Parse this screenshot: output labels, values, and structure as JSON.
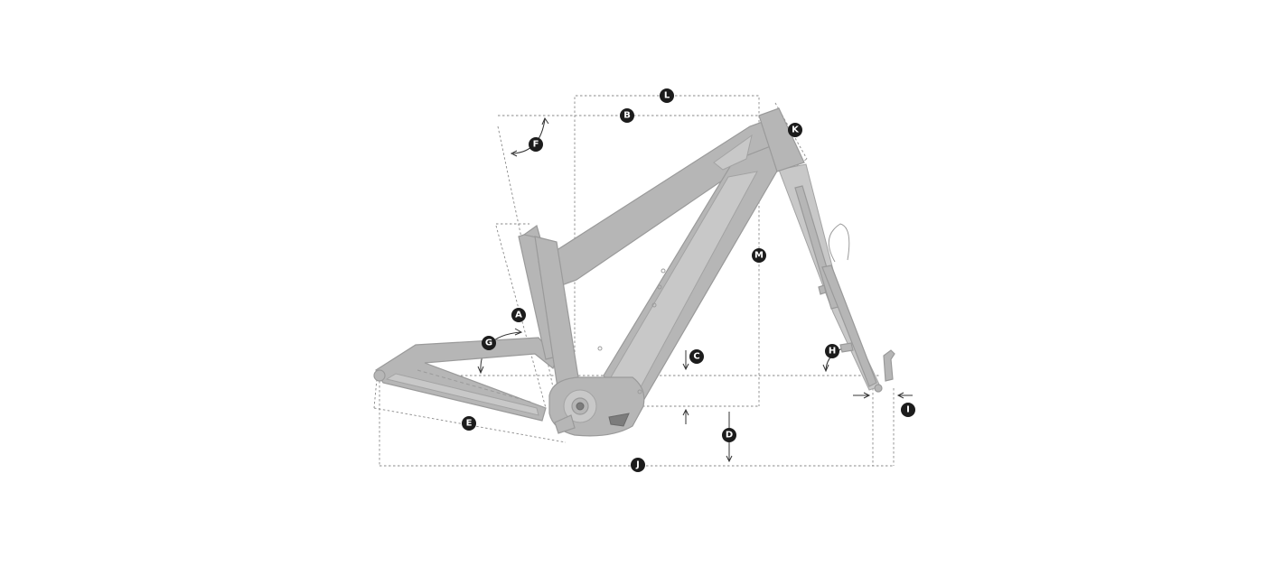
{
  "diagram": {
    "labels": {
      "A": "A",
      "B": "B",
      "C": "C",
      "D": "D",
      "E": "E",
      "F": "F",
      "G": "G",
      "H": "H",
      "I": "I",
      "J": "J",
      "K": "K",
      "L": "L",
      "M": "M"
    }
  }
}
